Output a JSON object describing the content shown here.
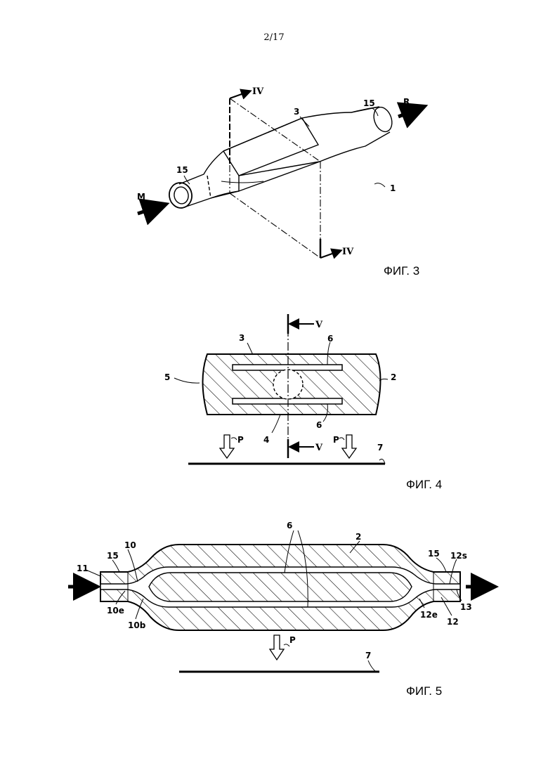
{
  "page": {
    "number": "2/17"
  },
  "figures": {
    "fig3": {
      "caption": "ФИГ. 3",
      "section_top": "IV",
      "section_bottom": "IV",
      "flow_in": "M",
      "flow_out": "R",
      "labels": {
        "tube": "3",
        "end_left": "15",
        "end_right": "15",
        "device": "1"
      }
    },
    "fig4": {
      "caption": "ФИГ. 4",
      "section_top": "V",
      "section_bottom": "V",
      "labels": {
        "top": "3",
        "bottom": "4",
        "left": "5",
        "right": "2",
        "channel_top": "6",
        "channel_bottom": "6",
        "plate": "7",
        "pressure_left": "P",
        "pressure_right": "P"
      }
    },
    "fig5": {
      "caption": "ФИГ. 5",
      "labels": {
        "channels": "6",
        "body": "2",
        "inlet": "11",
        "end_left": "15",
        "branch": "10",
        "inlet_edge": "10e",
        "inlet_bend": "10b",
        "end_right": "15",
        "outlet_s": "12s",
        "outlet": "13",
        "outlet_branch": "12",
        "outlet_edge": "12e",
        "pressure": "P",
        "plate": "7"
      }
    }
  }
}
